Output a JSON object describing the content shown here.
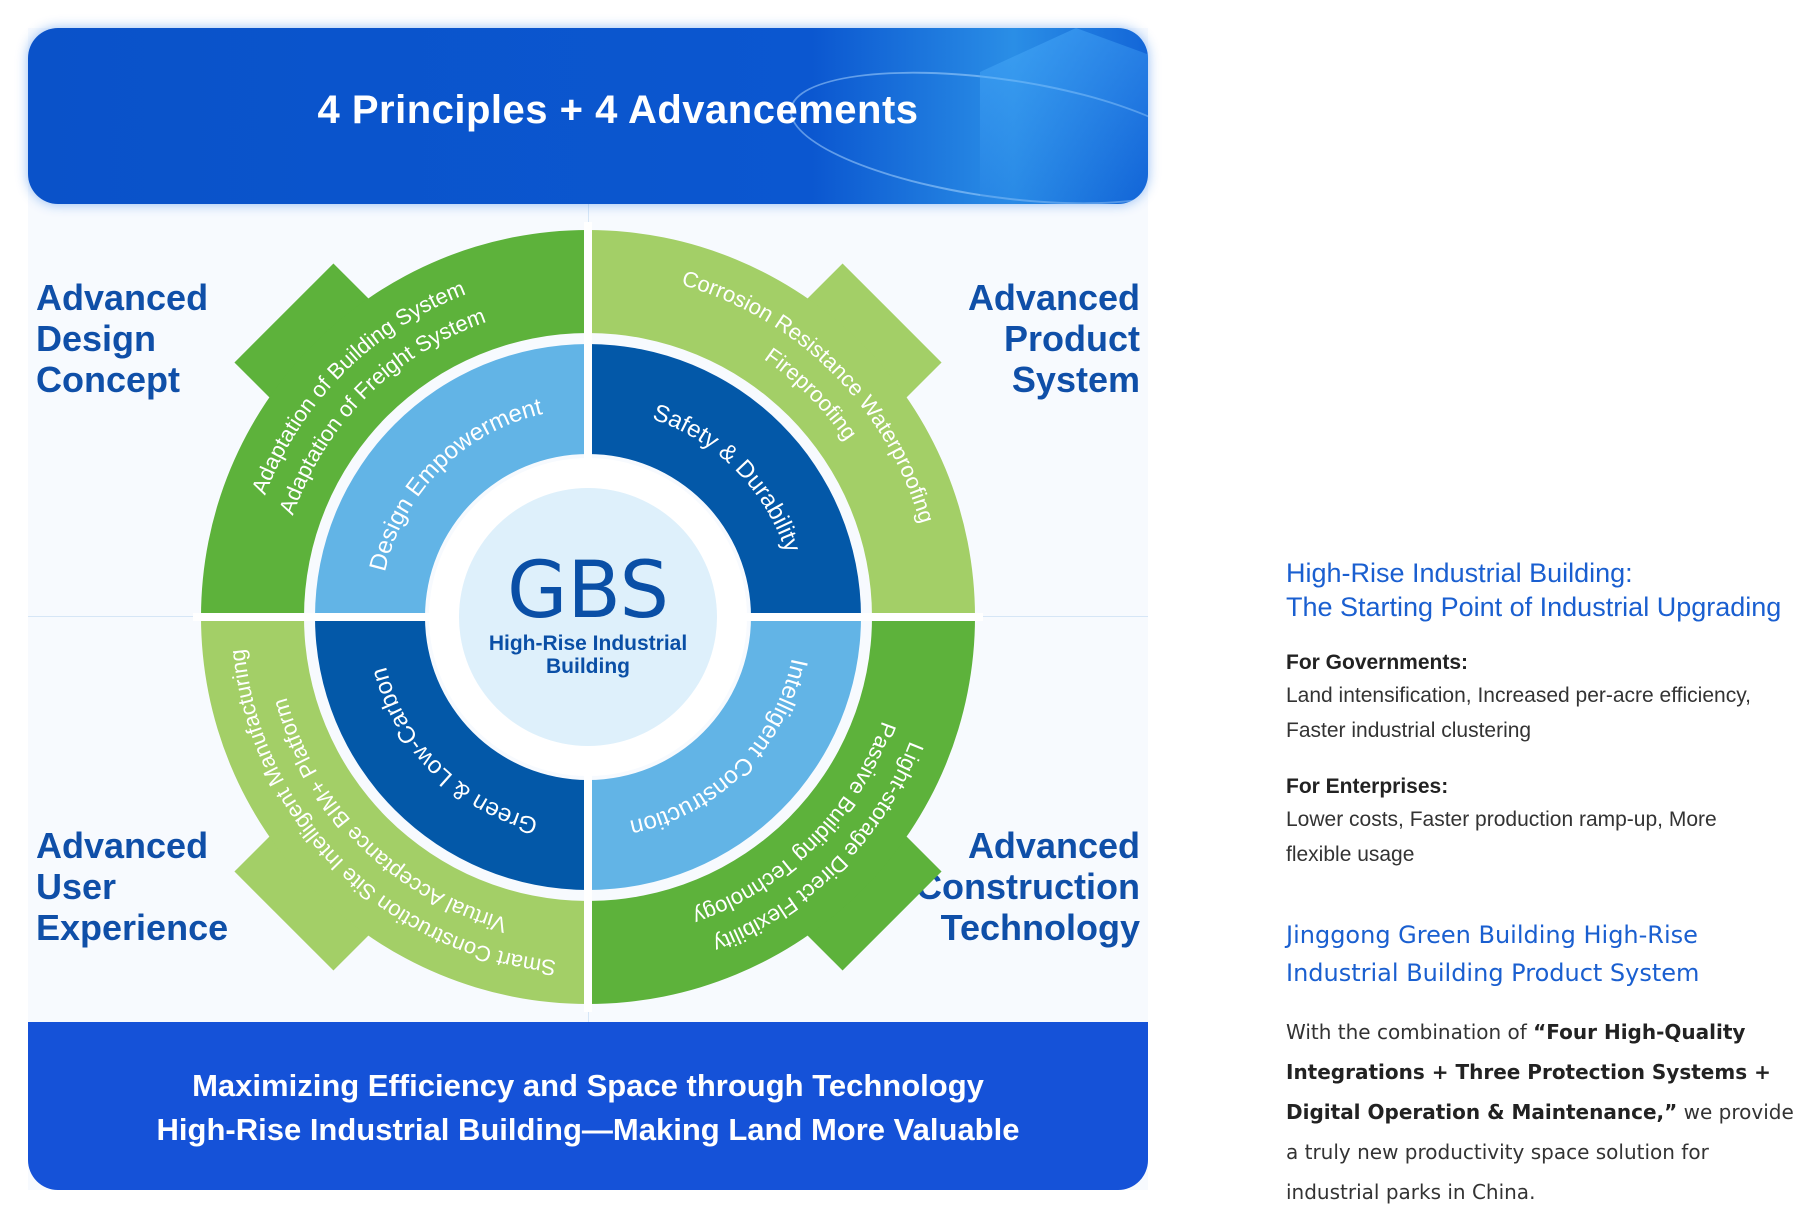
{
  "header": {
    "title": "4 Principles + 4 Advancements"
  },
  "quadrant_labels": {
    "top_left": [
      "Advanced",
      "Design",
      "Concept"
    ],
    "top_right": [
      "Advanced",
      "Product",
      "System"
    ],
    "bottom_left": [
      "Advanced",
      "User",
      "Experience"
    ],
    "bottom_right": [
      "Advanced",
      "Construction",
      "Technology"
    ]
  },
  "wheel": {
    "center_title": "GBS",
    "center_subtitle": [
      "High-Rise Industrial",
      "Building"
    ],
    "colors": {
      "green_dark": "#5db23b",
      "green_light": "#a3cf67",
      "blue_dark": "#0358a8",
      "blue_light": "#62b4e6",
      "center": "#def0fb",
      "center_text": "#0a4fa6"
    },
    "quadrants": [
      {
        "id": "tl",
        "outer": [
          "Adaptation of Building System",
          "Adaptation of Freight System"
        ],
        "inner": "Design Empowerment",
        "green": "green_dark",
        "blue": "blue_light"
      },
      {
        "id": "tr",
        "outer": [
          "Corrosion Resistance  Waterproofing",
          "Fireproofing"
        ],
        "inner": "Safety & Durability",
        "green": "green_light",
        "blue": "blue_dark"
      },
      {
        "id": "br",
        "outer": [
          "Light-storage Direct Flexibility",
          "Passive Building Technology"
        ],
        "inner": "Intelligent Construction",
        "green": "green_dark",
        "blue": "blue_light"
      },
      {
        "id": "bl",
        "outer": [
          "Smart Construction Site  Intelligent Manufacturing",
          "Virtual Acceptance  BIM+ Platform"
        ],
        "inner": "Green & Low-Carbon",
        "green": "green_light",
        "blue": "blue_dark"
      }
    ]
  },
  "footer": {
    "line1": "Maximizing Efficiency and Space through Technology",
    "line2": "High-Rise Industrial Building—Making Land More Valuable"
  },
  "side": {
    "heading1": [
      "High-Rise Industrial Building:",
      "The Starting Point of Industrial Upgrading"
    ],
    "gov_label": "For Governments:",
    "gov_text": [
      "Land intensification, Increased per-acre efficiency,",
      "Faster industrial clustering"
    ],
    "ent_label": "For Enterprises:",
    "ent_text": [
      "Lower costs, Faster production ramp-up, More",
      "flexible usage"
    ],
    "heading2": [
      "Jinggong Green Building High-Rise",
      "Industrial Building Product System"
    ],
    "para_prefix": "With the combination of ",
    "para_bold": "“Four High-Quality Integrations + Three Protection Systems + Digital Operation & Maintenance,”",
    "para_suffix": " we provide a truly new productivity space solution for industrial parks in China."
  }
}
